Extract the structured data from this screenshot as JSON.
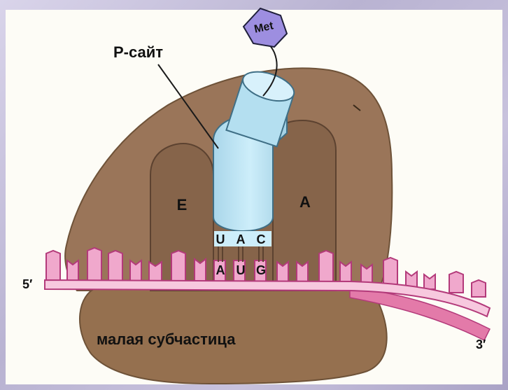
{
  "labels": {
    "p_site": "Р-сайт",
    "met": "Met",
    "site_e": "E",
    "site_a": "A",
    "anticodon": [
      "U",
      "A",
      "C"
    ],
    "codon": [
      "A",
      "U",
      "G"
    ],
    "five_prime": "5′",
    "three_prime": "3′",
    "small_subunit": "малая субчастица"
  },
  "colors": {
    "ribosome_large": "#9a7559",
    "ribosome_site": "#86644a",
    "ribosome_small": "#95704f",
    "trna": "#b6e0ef",
    "met_tag": "#9d8ee0",
    "mrna": "#f0a8cc",
    "mrna_stroke": "#b33a7a"
  }
}
